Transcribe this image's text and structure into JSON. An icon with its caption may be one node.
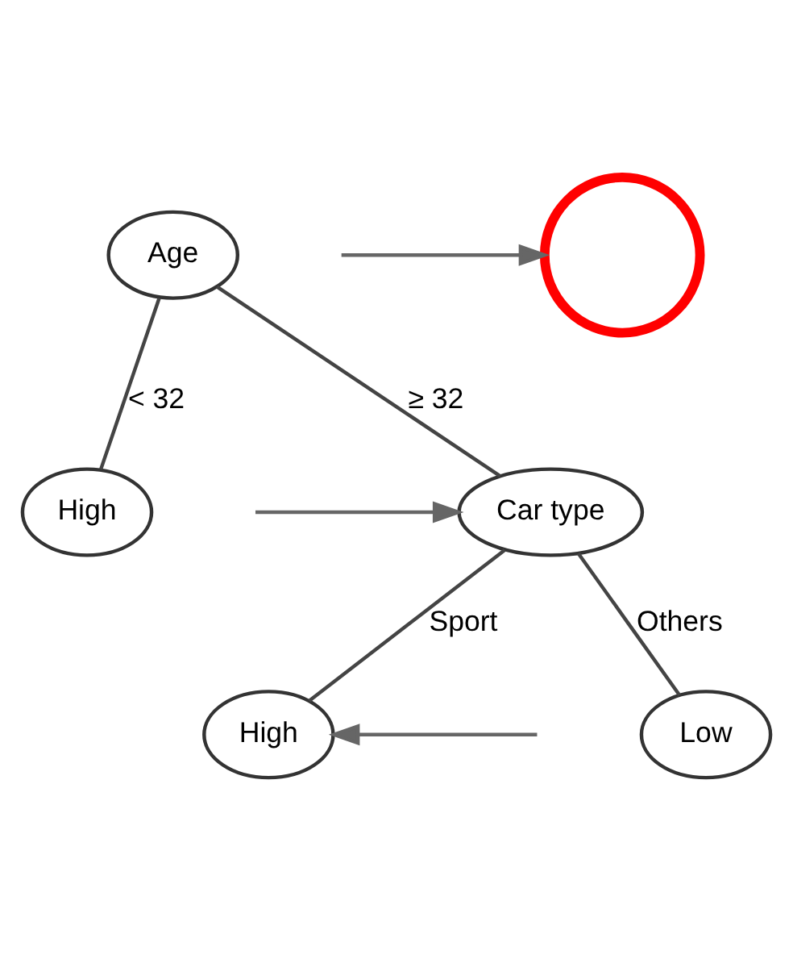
{
  "diagram": {
    "nodes": [
      {
        "text": [
          "Age"
        ]
      },
      {
        "text": [
          "High"
        ]
      },
      {
        "text": [],
        "shape": "circle"
      },
      {
        "text": [
          "Car type"
        ]
      },
      {
        "text": [
          "High"
        ]
      },
      {
        "text": [
          "Low"
        ]
      }
    ],
    "edges": [
      {
        "from": 0,
        "to": 1,
        "label": "< 32",
        "arrow": "none"
      },
      {
        "from": 0,
        "to": 3,
        "label": "≥ 32",
        "arrow": "none"
      },
      {
        "from": 3,
        "to": 4,
        "label": "Sport",
        "arrow": "none"
      },
      {
        "from": 3,
        "to": 5,
        "label": "Others",
        "arrow": "none"
      },
      {
        "from": null,
        "to": 3,
        "arrow": "to",
        "color": "#666666"
      },
      {
        "from": null,
        "to": 2,
        "arrow": "to",
        "color": "#666666"
      },
      {
        "from": null,
        "to": 4,
        "arrow": "to",
        "color": "#666666"
      }
    ]
  }
}
